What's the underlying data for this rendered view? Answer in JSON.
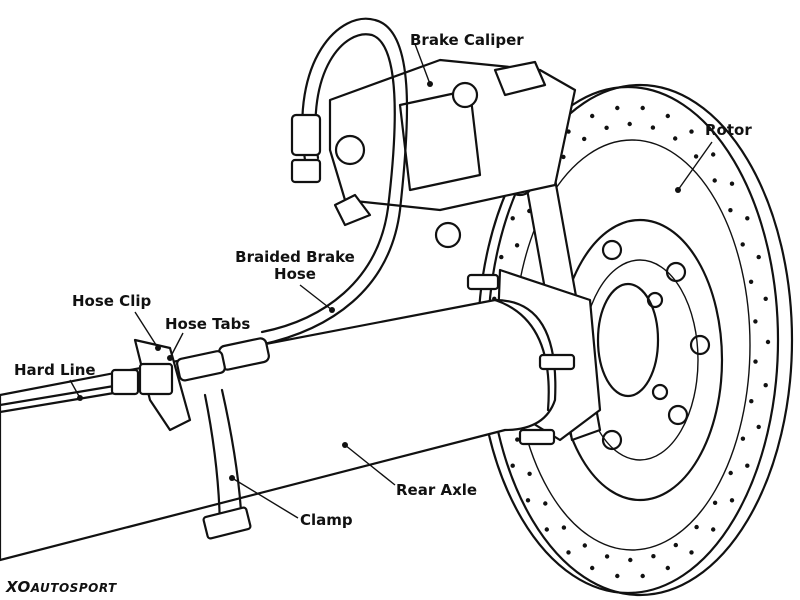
{
  "diagram": {
    "labels": {
      "brake_caliper": "Brake Caliper",
      "rotor": "Rotor",
      "braided_brake_hose_line1": "Braided Brake",
      "braided_brake_hose_line2": "Hose",
      "hose_clip": "Hose Clip",
      "hose_tabs": "Hose Tabs",
      "hard_line": "Hard Line",
      "rear_axle": "Rear Axle",
      "clamp": "Clamp"
    },
    "logo": {
      "mark": "XO",
      "text": "AUTOSPORT"
    }
  }
}
